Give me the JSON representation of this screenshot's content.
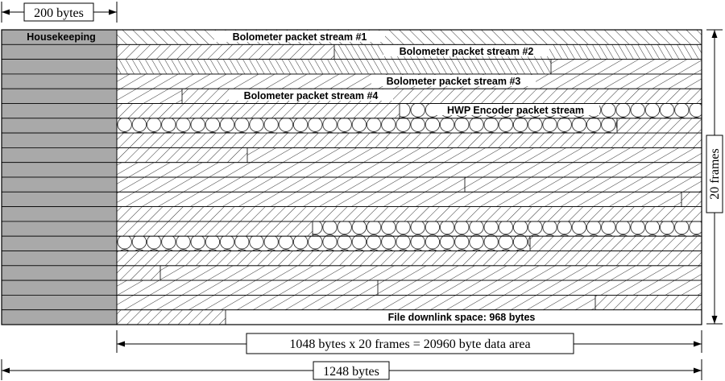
{
  "top_dimension": {
    "label": "200 bytes"
  },
  "housekeeping": {
    "label": "Housekeeping"
  },
  "streams": {
    "bolo1": "Bolometer packet stream #1",
    "bolo2": "Bolometer packet stream #2",
    "bolo3": "Bolometer packet stream #3",
    "bolo4": "Bolometer packet stream #4",
    "hwp": "HWP Encoder packet stream"
  },
  "file_downlink": {
    "label": "File downlink space: 968 bytes"
  },
  "side_dimension": {
    "label": "20 frames"
  },
  "bottom_dimension_1": {
    "label": "1048 bytes x 20 frames = 20960 byte data area"
  },
  "bottom_dimension_2": {
    "label": "1248 bytes"
  },
  "colors": {
    "housekeeping_fill": "#a9a9a9",
    "line": "#000000"
  }
}
